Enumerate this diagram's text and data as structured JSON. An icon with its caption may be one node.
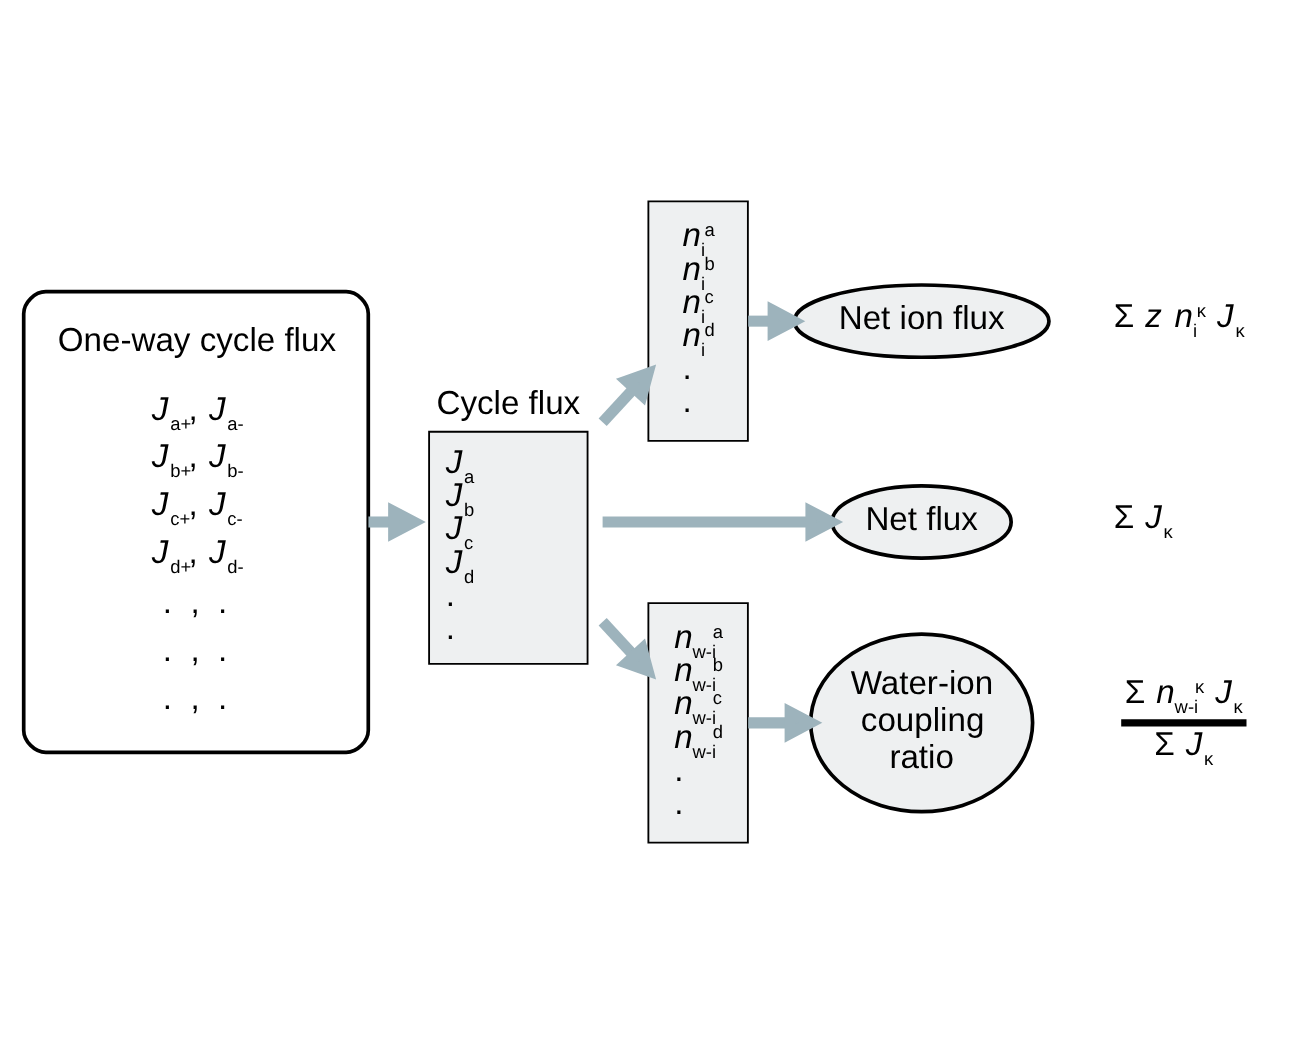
{
  "diagram": {
    "nodes": [
      {
        "text": [
          "One-way cycle flux",
          "*J*$_{a+}$, *J*$_{a-}$",
          "*J*$_{b+}$, *J*$_{b-}$",
          "*J*$_{c+}$, *J*$_{c-}$",
          "*J*$_{d+}$, *J*$_{d-}$",
          ".  ,  .",
          ".  ,  .",
          ".  ,  ."
        ]
      },
      {
        "text": [
          "Cycle flux",
          "*J*$_{a}$",
          "*J*$_{b}$",
          "*J*$_{c}$",
          "*J*$_{d}$",
          ".",
          "."
        ]
      },
      {
        "text": [
          "*n*$_{i}$$^{a}$",
          "*n*$_{i}$$^{b}$",
          "*n*$_{i}$$^{c}$",
          "*n*$_{i}$$^{d}$",
          ".",
          "."
        ]
      },
      {
        "text": [
          "Net ion flux"
        ],
        "beside": [
          "Σ *z* *n*$_{i}$$^{κ}$ *J*$_{κ}$"
        ]
      },
      {
        "text": [
          "Net flux"
        ],
        "beside": [
          "Σ *J*$_{κ}$"
        ]
      },
      {
        "text": [
          "*n*$_{w-i}$$^{a}$",
          "*n*$_{w-i}$$^{b}$",
          "*n*$_{w-i}$$^{c}$",
          "*n*$_{w-i}$$^{d}$",
          ".",
          "."
        ]
      },
      {
        "text": [
          "Water-ion coupling ratio"
        ],
        "beside": [
          "Σ *n*$_{w-i}$$^{κ}$ *J*$_{κ}$",
          "Σ *J*$_{κ}$"
        ]
      }
    ],
    "edges": [
      {
        "from": 0,
        "to": 1,
        "arrow": "to"
      },
      {
        "from": 1,
        "to": 2,
        "arrow": "to"
      },
      {
        "from": 1,
        "to": 4,
        "arrow": "to"
      },
      {
        "from": 1,
        "to": 5,
        "arrow": "to"
      },
      {
        "from": 2,
        "to": 3,
        "arrow": "to"
      },
      {
        "from": 5,
        "to": 6,
        "arrow": "to"
      }
    ]
  }
}
